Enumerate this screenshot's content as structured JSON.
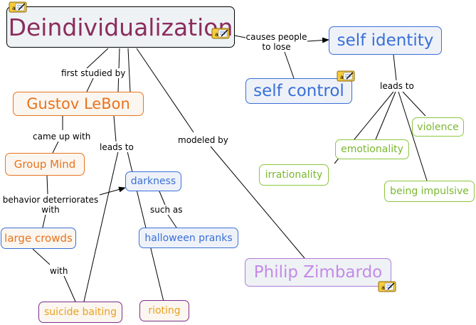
{
  "colors": {
    "link": "#000000",
    "main_fill": "#eef2f4",
    "main_text": "#8b2c5e",
    "orange_text": "#e8731e",
    "orange_border": "#e8731e",
    "orange_fill": "#fbf6ef",
    "blue_text": "#3a6fd8",
    "blue_border": "#3a6fd8",
    "blue_fill": "#eef2f8",
    "green_text": "#7ab82e",
    "green_border": "#8cc63f",
    "purple_text": "#c38ae8",
    "purple_border": "#b07ad8",
    "yellow_text": "#e8a21e",
    "darkpurple_border": "#7a2f8f",
    "note_fill": "#f6cc3c"
  },
  "nodes": {
    "deindividualization": "Deindividualization",
    "self_identity": "self identity",
    "self_control": "self control",
    "gustov_lebon": "Gustov LeBon",
    "group_mind": "Group Mind",
    "large_crowds": "large crowds",
    "suicide_baiting": "suicide baiting",
    "rioting": "rioting",
    "darkness": "darkness",
    "halloween_pranks": "halloween pranks",
    "philip_zimbardo": "Philip Zimbardo",
    "violence": "violence",
    "emotionality": "emotionality",
    "irrationality": "irrationality",
    "being_impulsive": "being impulsive"
  },
  "links": {
    "causes_people_to_lose": "causes people\nto lose",
    "first_studied_by": "first studied by",
    "came_up_with": "came up with",
    "leads_to_lebon": "leads to",
    "modeled_by": "modeled by",
    "behavior_deteriorates_with": "behavior deterriorates\nwith",
    "such_as": "such as",
    "with": "with",
    "leads_to_identity": "leads to"
  },
  "icons": {
    "note": "note-icon"
  }
}
